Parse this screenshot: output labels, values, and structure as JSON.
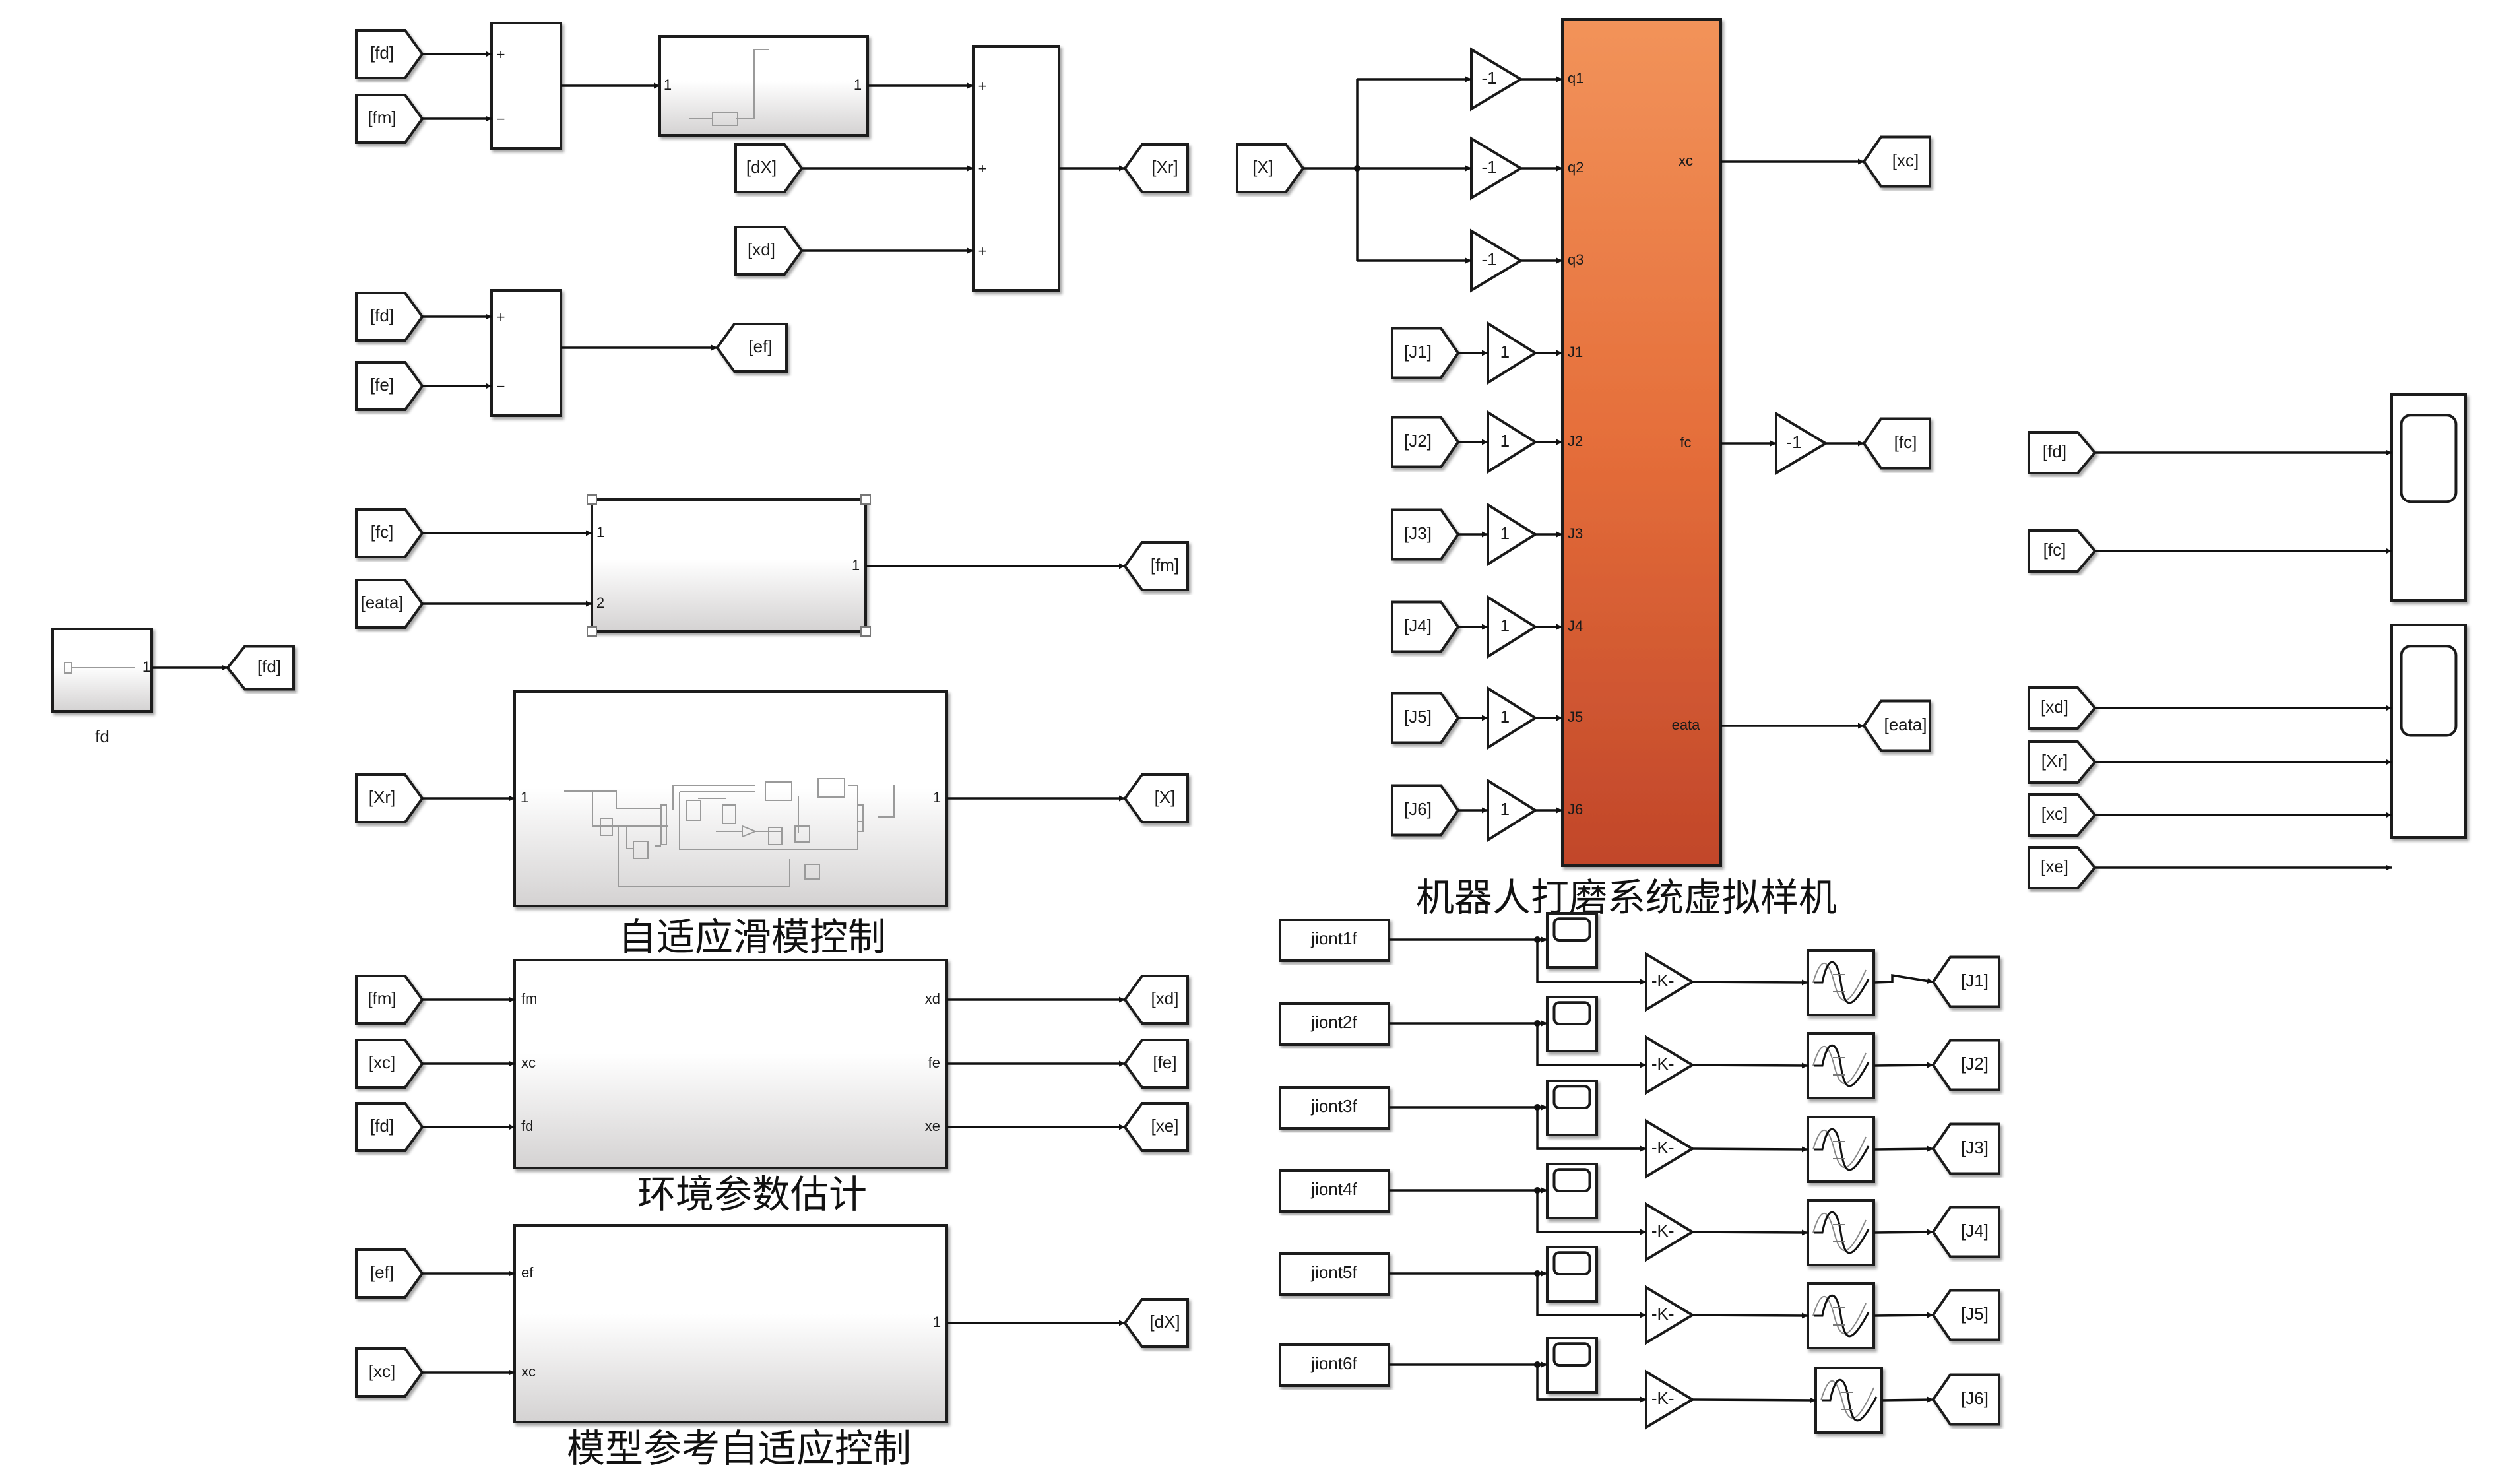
{
  "diagram": {
    "type": "simulink-block-diagram",
    "colors": {
      "robot_block_top": "#f2935a",
      "robot_block_bottom": "#c1462a",
      "line": "#111111",
      "subsystem_gradient_bottom": "#d4d2d2"
    },
    "sum_force_error_m": {
      "inputs": [
        {
          "tag": "[fd]",
          "sign": "+"
        },
        {
          "tag": "[fm]",
          "sign": "−"
        }
      ]
    },
    "filter_subsystem": {
      "in_port": "1",
      "out_port": "1"
    },
    "sum_xr": {
      "inputs": [
        {
          "tag": "",
          "sign": "+"
        },
        {
          "tag": "[dX]",
          "sign": "+"
        },
        {
          "tag": "[xd]",
          "sign": "+"
        }
      ],
      "output_tag": "[Xr]"
    },
    "sum_ef": {
      "inputs": [
        {
          "tag": "[fd]",
          "sign": "+"
        },
        {
          "tag": "[fe]",
          "sign": "−"
        }
      ],
      "output_tag": "[ef]"
    },
    "force_model_subsystem": {
      "inputs": [
        {
          "tag": "[fc]",
          "port": "1"
        },
        {
          "tag": "[eata]",
          "port": "2"
        }
      ],
      "out_port": "1",
      "output_tag": "[fm]"
    },
    "fd_source": {
      "label": "fd",
      "out_port": "1",
      "output_tag": "[fd]"
    },
    "asmc": {
      "caption": "自适应滑模控制",
      "input_tag": "[Xr]",
      "in_port": "1",
      "out_port": "1",
      "output_tag": "[X]"
    },
    "env_estimation": {
      "caption": "环境参数估计",
      "inputs": [
        {
          "tag": "[fm]",
          "port": "fm"
        },
        {
          "tag": "[xc]",
          "port": "xc"
        },
        {
          "tag": "[fd]",
          "port": "fd"
        }
      ],
      "outputs": [
        {
          "tag": "[xd]",
          "port": "xd"
        },
        {
          "tag": "[fe]",
          "port": "fe"
        },
        {
          "tag": "[xe]",
          "port": "xe"
        }
      ]
    },
    "mrac": {
      "caption": "模型参考自适应控制",
      "inputs": [
        {
          "tag": "[ef]",
          "port": "ef"
        },
        {
          "tag": "[xc]",
          "port": "xc"
        }
      ],
      "out_port": "1",
      "output_tag": "[dX]"
    },
    "robot": {
      "caption": "机器人打磨系统虚拟样机",
      "x_tag": "[X]",
      "q_gains": [
        "-1",
        "-1",
        "-1"
      ],
      "q_ports": [
        "q1",
        "q2",
        "q3"
      ],
      "j_inputs": [
        {
          "tag": "[J1]",
          "gain": "1",
          "port": "J1"
        },
        {
          "tag": "[J2]",
          "gain": "1",
          "port": "J2"
        },
        {
          "tag": "[J3]",
          "gain": "1",
          "port": "J3"
        },
        {
          "tag": "[J4]",
          "gain": "1",
          "port": "J4"
        },
        {
          "tag": "[J5]",
          "gain": "1",
          "port": "J5"
        },
        {
          "tag": "[J6]",
          "gain": "1",
          "port": "J6"
        }
      ],
      "outputs": [
        {
          "port": "xc",
          "gain": "",
          "tag": "[xc]"
        },
        {
          "port": "fc",
          "gain": "-1",
          "tag": "[fc]"
        },
        {
          "port": "eata",
          "gain": "",
          "tag": "[eata]"
        }
      ]
    },
    "scope_force": {
      "inputs": [
        "[fd]",
        "[fc]"
      ]
    },
    "scope_position": {
      "inputs": [
        "[xd]",
        "[Xr]",
        "[xc]",
        "[xe]"
      ]
    },
    "joints": [
      {
        "source": "jiont1f",
        "gain": "-K-",
        "output_tag": "[J1]"
      },
      {
        "source": "jiont2f",
        "gain": "-K-",
        "output_tag": "[J2]"
      },
      {
        "source": "jiont3f",
        "gain": "-K-",
        "output_tag": "[J3]"
      },
      {
        "source": "jiont4f",
        "gain": "-K-",
        "output_tag": "[J4]"
      },
      {
        "source": "jiont5f",
        "gain": "-K-",
        "output_tag": "[J5]"
      },
      {
        "source": "jiont6f",
        "gain": "-K-",
        "output_tag": "[J6]"
      }
    ]
  }
}
